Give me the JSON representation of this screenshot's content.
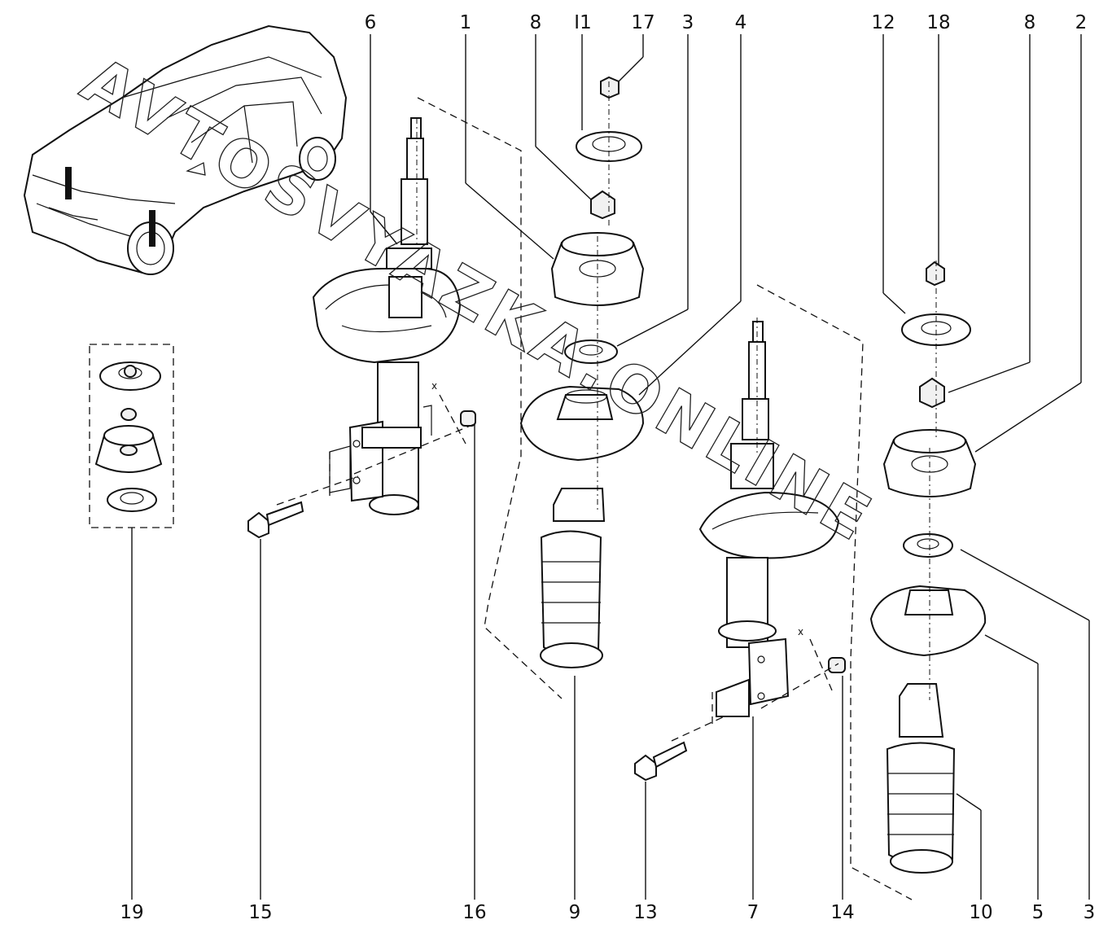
{
  "labels": {
    "top": {
      "l6": "6",
      "l1": "1",
      "l8a": "8",
      "l11": "I1",
      "l17": "17",
      "l3a": "3",
      "l4": "4",
      "l12": "12",
      "l18": "18",
      "l8b": "8",
      "l2": "2"
    },
    "bottom": {
      "l19": "19",
      "l15": "15",
      "l16": "16",
      "l9": "9",
      "l13": "13",
      "l7": "7",
      "l14": "14",
      "l10": "10",
      "l5": "5",
      "l3b": "3"
    },
    "marker_x_left": "x",
    "marker_x_right": "x"
  },
  "watermark": "AVTOSVYAZKA.ONLINE",
  "icons": {
    "vehicle": "car-crossover-illustration",
    "strut_left": "front-strut-left",
    "strut_right": "front-strut-right"
  }
}
